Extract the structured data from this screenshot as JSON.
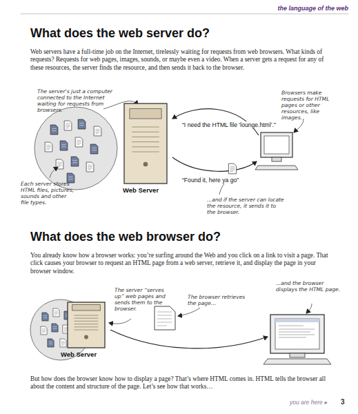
{
  "diagram": {
    "nodes": [
      {
        "text": [
          "Web Server"
        ]
      },
      {
        "text": [
          "Web Server"
        ]
      }
    ],
    "labels": [
      "the language of the web",
      "What does the web server do?",
      "Web servers have a full-time job on the Internet, tirelessly waiting for requests from web browsers. What kinds of requests? Requests for web pages, images, sounds, or maybe even a video. When a server gets a request for any of these resources, the server finds the resource, and then sends it back to the browser.",
      "The server's just a computer connected to the Internet waiting for requests from browsers.",
      "Browsers make requests for HTML pages or other resources, like images.",
      "“I need the HTML file ‘lounge.html’.”",
      "“Found it, here ya go”",
      "Each server stores HTML files, pictures, sounds and other file types.",
      "...and if the server can locate the resource, it sends it to the browser.",
      "What does the web browser do?",
      "You already know how a browser works: you’re surfing around the Web and you click on a link to visit a page. That click causes your browser to request an HTML page from a web server, retrieve it, and display the page in your browser window.",
      "The server “serves up” web pages and sends them to the browser.",
      "The browser retrieves the page...",
      "...and the browser displays the HTML page.",
      "But how does the browser know how to display a page? That’s where HTML comes in. HTML tells the browser all about the content and structure of the page. Let’s see how that works…",
      "you are here ▸",
      "3"
    ]
  }
}
